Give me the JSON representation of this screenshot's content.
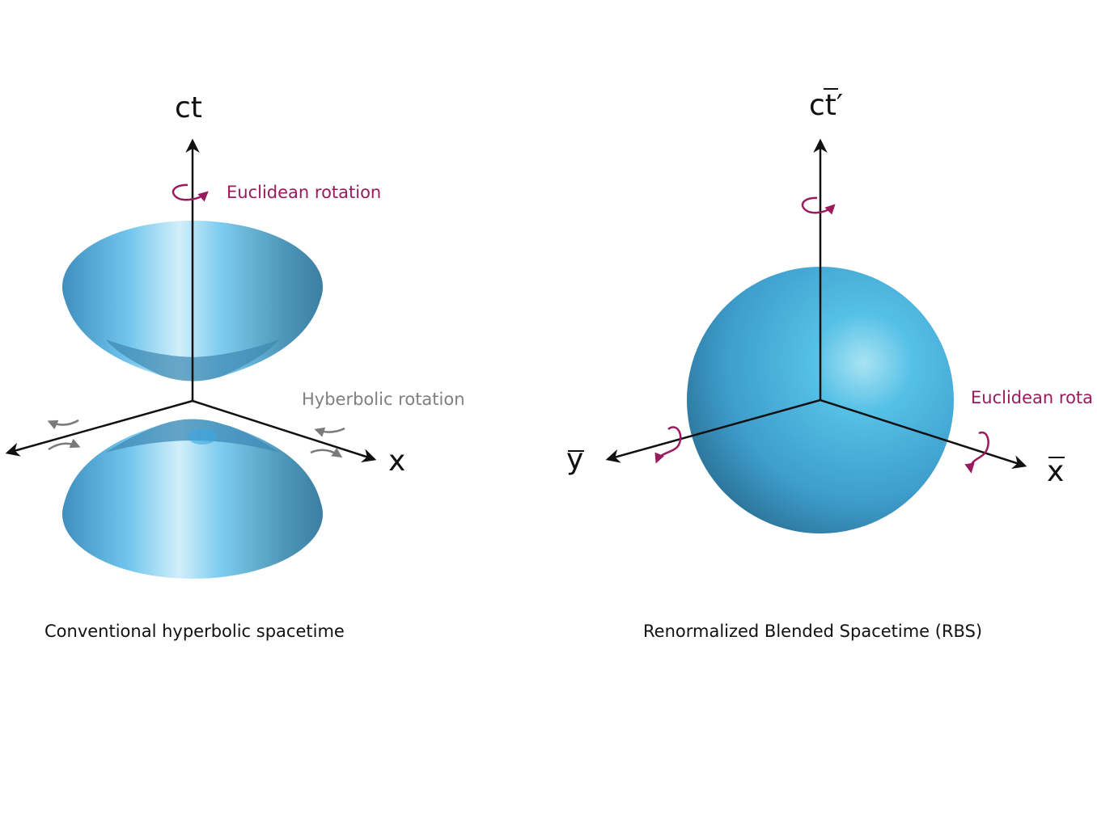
{
  "left_panel": {
    "axis_ct": "ct",
    "axis_x": "x",
    "euclidean_label": "Euclidean rotation",
    "hyperbolic_label": "Hyberbolic rotation",
    "caption": "Conventional hyperbolic spacetime"
  },
  "right_panel": {
    "axis_ct": "ct′",
    "axis_x": "x",
    "axis_y": "y",
    "euclidean_label": "Euclidean rota",
    "caption": "Renormalized Blended Spacetime (RBS)"
  },
  "colors": {
    "euclidean": "#9b1a5e",
    "hyperbolic": "#808080",
    "surface": "#5fb6e0"
  }
}
